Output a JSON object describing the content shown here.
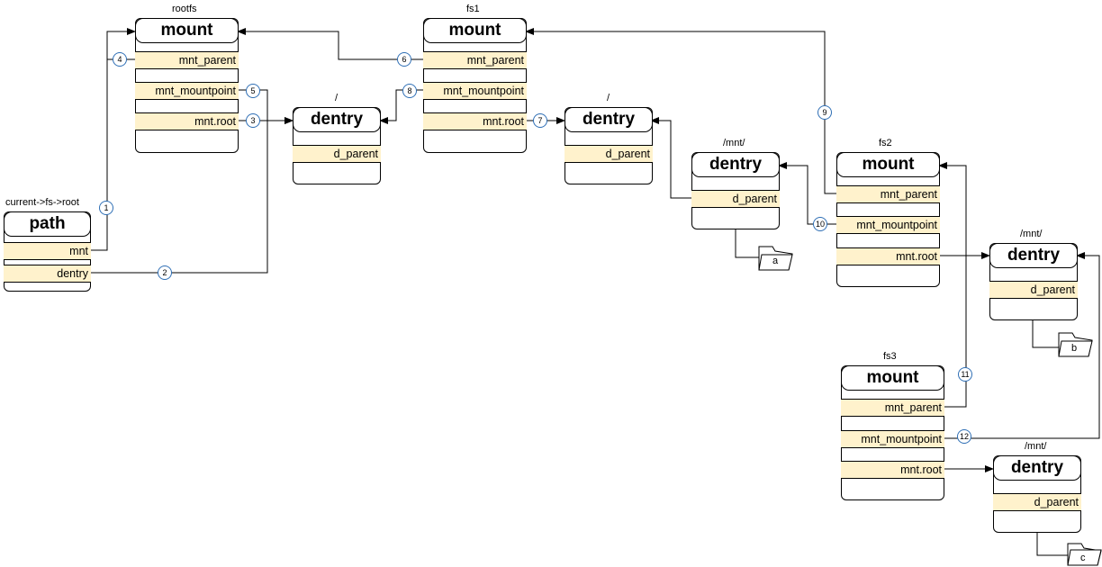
{
  "labels": {
    "current_root": "current->fs->root",
    "rootfs": "rootfs",
    "fs1": "fs1",
    "fs2": "fs2",
    "fs3": "fs3",
    "root_slash_1": "/",
    "root_slash_2": "/",
    "mnt_1": "/mnt/",
    "mnt_2": "/mnt/",
    "mnt_3": "/mnt/"
  },
  "path": {
    "title": "path",
    "mnt": "mnt",
    "dentry": "dentry"
  },
  "mount": {
    "title": "mount",
    "mnt_parent": "mnt_parent",
    "mnt_mountpoint": "mnt_mountpoint",
    "mnt_root": "mnt.root"
  },
  "dentry": {
    "title": "dentry",
    "d_parent": "d_parent"
  },
  "folders": {
    "a": "a",
    "b": "b",
    "c": "c"
  },
  "steps": [
    "1",
    "2",
    "3",
    "4",
    "5",
    "6",
    "7",
    "8",
    "9",
    "10",
    "11",
    "12"
  ]
}
